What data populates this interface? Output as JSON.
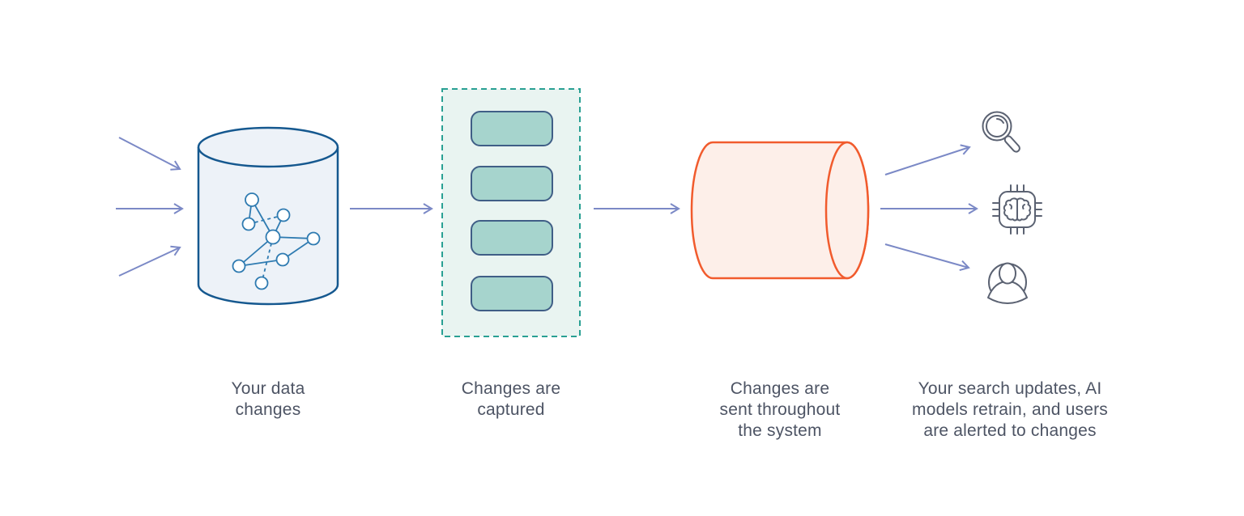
{
  "diagram": {
    "name": "change-data-capture-flow",
    "steps": [
      {
        "id": "source",
        "shape": "database-cylinder",
        "label": "Your data\nchanges"
      },
      {
        "id": "capture",
        "shape": "dashed-capture-box",
        "records": 4,
        "label": "Changes are\ncaptured"
      },
      {
        "id": "stream",
        "shape": "pipe-cylinder",
        "label": "Changes are\nsent throughout\nthe system"
      },
      {
        "id": "consumers",
        "icons": [
          "search-icon",
          "ai-chip-icon",
          "user-icon"
        ],
        "label": "Your search updates, AI\nmodels retrain, and users\nare alerted to changes"
      }
    ],
    "arrows": {
      "inbound_count": 3,
      "between_steps": 2,
      "fanout_count": 3
    },
    "colors": {
      "arrow": "#7b89c6",
      "database_stroke": "#15588f",
      "database_fill": "#edf2f8",
      "graph_stroke": "#2f7bb1",
      "capture_border": "#29a093",
      "capture_fill": "#e9f4f1",
      "record_fill": "#a6d4cd",
      "record_stroke": "#3f5e86",
      "pipe_stroke": "#f15b2d",
      "pipe_fill": "#fdefe9",
      "icon_stroke": "#5b6272",
      "text": "#4d5464",
      "background": "#ffffff"
    }
  }
}
